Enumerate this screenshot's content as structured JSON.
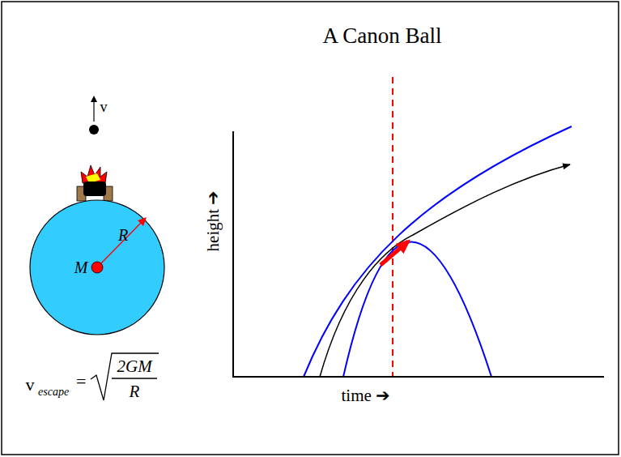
{
  "diagram": {
    "title": "A Canon Ball",
    "nodes": [
      {
        "text": [
          "R",
          "M"
        ]
      }
    ],
    "labels": [
      "v",
      "height ➔",
      "time ➔",
      "v",
      "escape",
      "=",
      "2GM",
      "R"
    ]
  }
}
